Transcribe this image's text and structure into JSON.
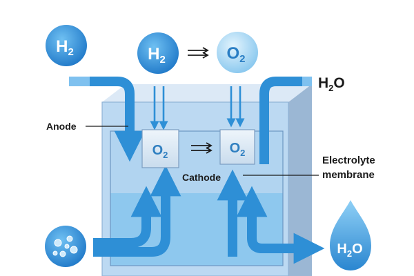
{
  "molecules": {
    "h2_top_left": {
      "main": "H",
      "sub": "2"
    },
    "h2_top_center": {
      "main": "H",
      "sub": "2"
    },
    "o2_top_right": {
      "main": "O",
      "sub": "2"
    },
    "o2_box_left": {
      "main": "O",
      "sub": "2"
    },
    "o2_box_right": {
      "main": "O",
      "sub": "2"
    },
    "h2o_outlet": {
      "main": "H",
      "sub": "2",
      "tail": "O"
    },
    "h2o_drop": {
      "main": "H",
      "sub": "2",
      "tail": "O"
    }
  },
  "labels": {
    "anode": "Anode",
    "cathode": "Cathode",
    "electrolyte_line1": "Electrolyte",
    "electrolyte_line2": "membrane"
  },
  "colors": {
    "bubble_dark": "#2f8fd8",
    "bubble_light": "#9fd3f2",
    "arrow": "#2e8fd6",
    "tank_front": "#bcd9f2",
    "water": "#8ec8ee",
    "tank_side": "#9bb7d4",
    "tank_top": "#dce9f6"
  },
  "icons": [
    "bubbles-icon",
    "water-drop-icon",
    "reaction-arrow-icon"
  ]
}
